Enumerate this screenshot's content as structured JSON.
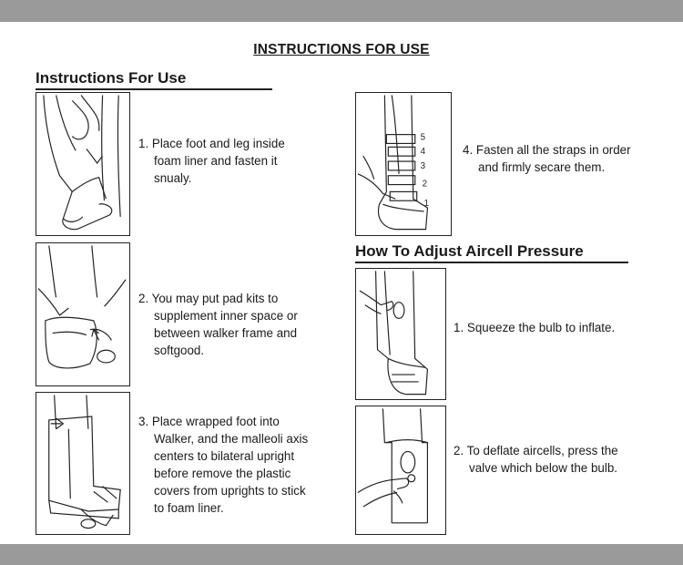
{
  "header": {
    "title": "INSTRUCTIONS FOR USE"
  },
  "left_section": {
    "title": "Instructions For Use",
    "steps": [
      {
        "lines": [
          "1. Place foot and leg inside",
          "foam liner and fasten it",
          "snualy."
        ]
      },
      {
        "lines": [
          "2. You may put pad kits to",
          "supplement inner space or",
          "between walker frame and",
          "softgood."
        ]
      },
      {
        "lines": [
          "3. Place wrapped foot into",
          "Walker, and the malleoli axis",
          "centers to bilateral upright",
          "before remove the plastic",
          "covers from uprights to stick",
          "to foam liner."
        ]
      }
    ]
  },
  "right_section": {
    "step4": {
      "lines": [
        "4. Fasten all the straps in order",
        "and firmly secare them."
      ]
    },
    "strap_numbers": [
      "5",
      "4",
      "3",
      "2",
      "1"
    ],
    "adjust_title": "How To Adjust Aircell Pressure",
    "adjust_steps": [
      {
        "lines": [
          "1. Squeeze the bulb to inflate."
        ]
      },
      {
        "lines": [
          "2. To deflate aircells, press the",
          "valve which below the bulb."
        ]
      }
    ]
  },
  "colors": {
    "bar": "#9a9a9a",
    "ink": "#1a1a1a"
  }
}
